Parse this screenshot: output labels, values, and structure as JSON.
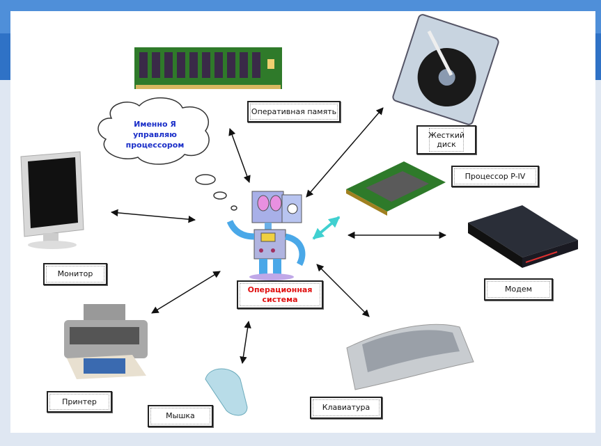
{
  "thought_bubble": {
    "text": "Именно Я управляю процессором"
  },
  "center": {
    "label": "Операционная система"
  },
  "devices": {
    "ram": "Оперативная память",
    "hdd": "Жесткий диск",
    "cpu": "Процессор P-IV",
    "modem": "Модем",
    "monitor": "Монитор",
    "printer": "Принтер",
    "mouse": "Мышка",
    "keyboard": "Клавиатура"
  },
  "colors": {
    "header_blue": "#4f8fd9",
    "os_label": "#e01010",
    "bubble_text": "#1a2ec8",
    "cpu_arrow": "#40d0d0"
  }
}
